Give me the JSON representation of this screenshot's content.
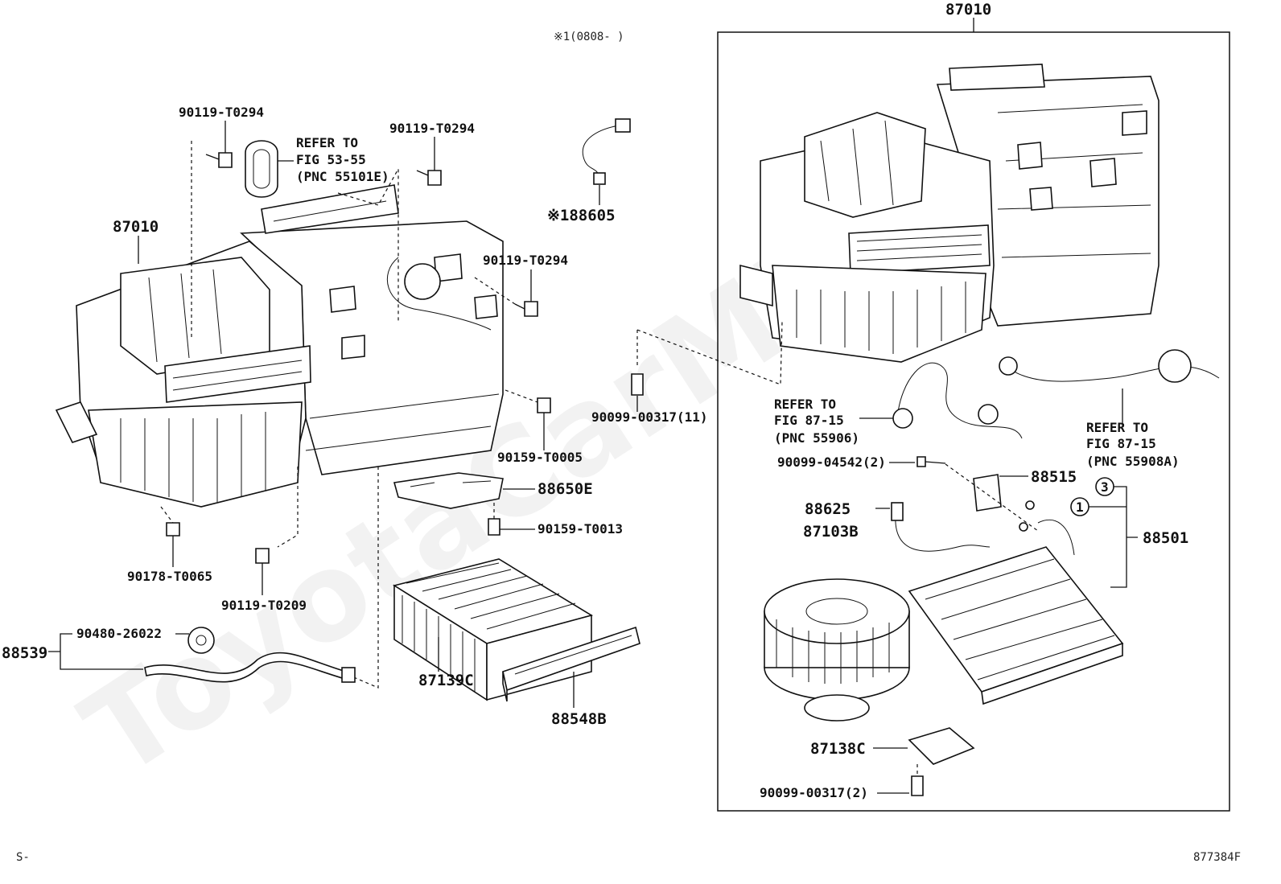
{
  "watermark": "ToyotaCarMN.ru",
  "header": {
    "date_note": "※1(0808-   )"
  },
  "footer": {
    "left": "S-",
    "right": "877384F"
  },
  "labels": {
    "assy_right": "87010",
    "assy_left": "87010",
    "screw_a": "90119-T0294",
    "screw_b": "90119-T0294",
    "screw_c": "90119-T0294",
    "refer1_l1": "REFER TO",
    "refer1_l2": "FIG 53-55",
    "refer1_l3": "(PNC 55101E)",
    "sensor_88605": "※188605",
    "clip_00317_11": "90099-00317(11)",
    "screw_t0005": "90159-T0005",
    "bracket_88650e": "88650E",
    "screw_t0013": "90159-T0013",
    "nut_t0065": "90178-T0065",
    "screw_t0209": "90119-T0209",
    "grommet": "90480-26022",
    "hose_88539": "88539",
    "filter_87139c": "87139C",
    "cover_88548b": "88548B",
    "refer2_l1": "REFER TO",
    "refer2_l2": "FIG 87-15",
    "refer2_l3": "(PNC 55906)",
    "refer3_l1": "REFER TO",
    "refer3_l2": "FIG 87-15",
    "refer3_l3": "(PNC 55908A)",
    "bolt_04542": "90099-04542(2)",
    "valve_88515": "88515",
    "sensor_88625": "88625",
    "blower_87103b": "87103B",
    "evap_88501": "88501",
    "circle_1": "1",
    "circle_3": "3",
    "resistor_87138c": "87138C",
    "clip_00317_2": "90099-00317(2)"
  }
}
